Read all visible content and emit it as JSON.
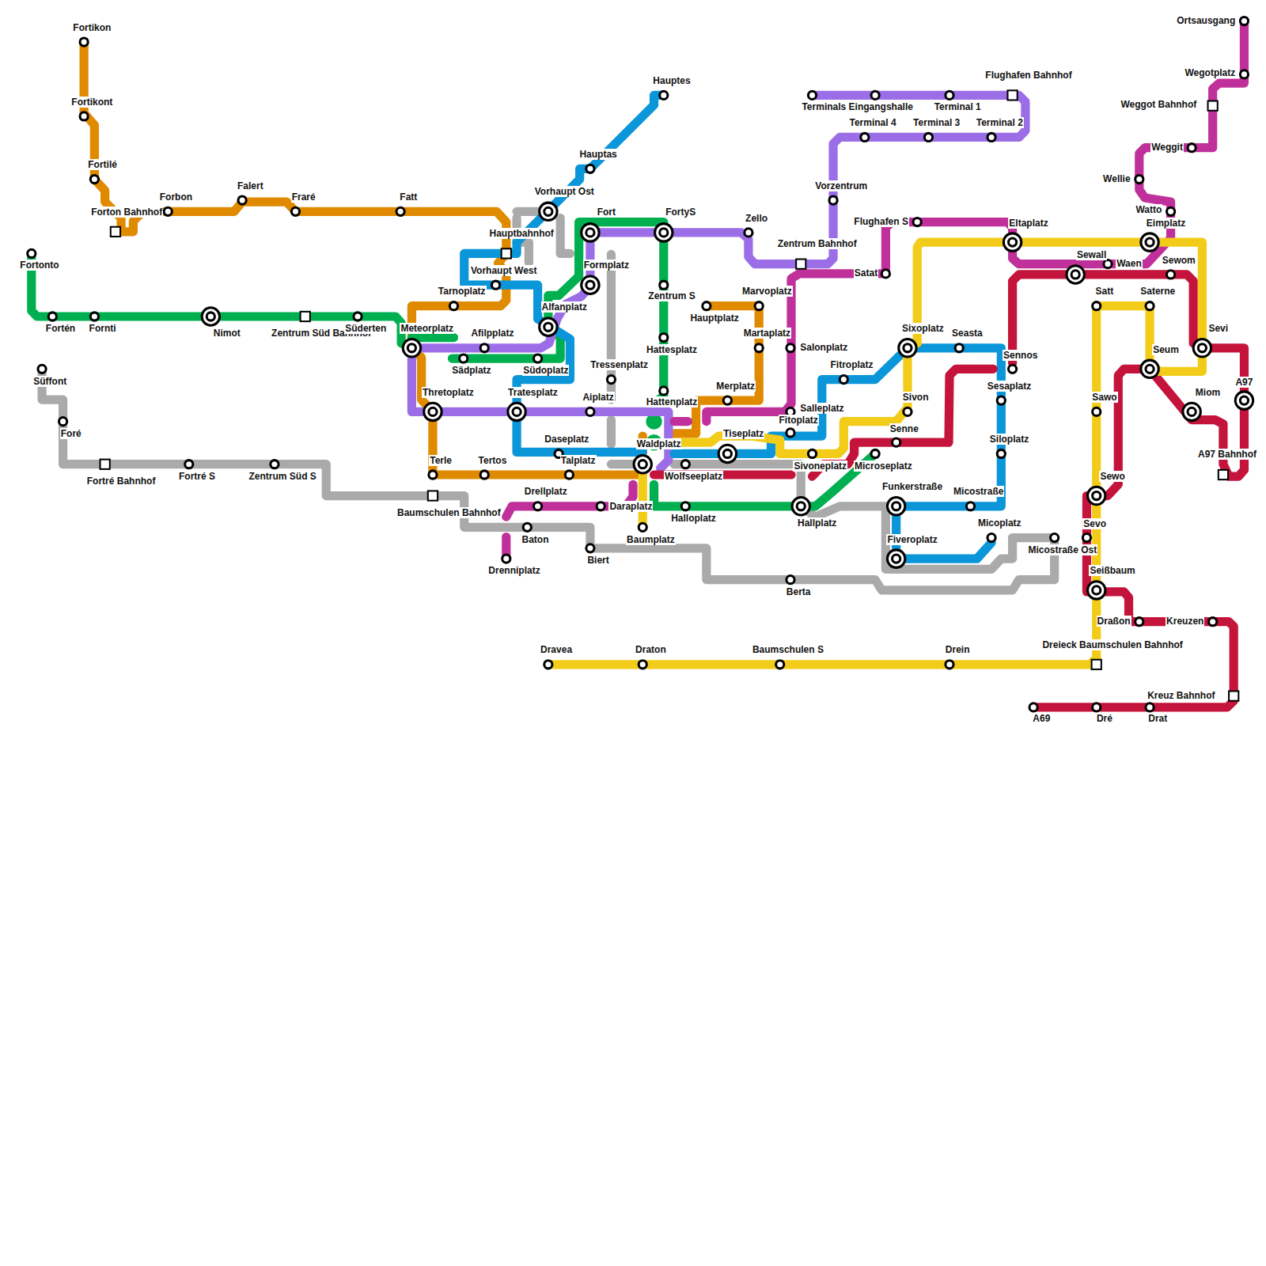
{
  "diagram": {
    "labels": [
      "Fortikon",
      "Fortikont",
      "Fortilé",
      "Forton Bahnhof",
      "Forbon",
      "Falert",
      "Fraré",
      "Fatt",
      "Hauptbahnhof",
      "Vorhaupt Ost",
      "Hauptas",
      "Hauptes",
      "Vorhaupt West",
      "Tarnoplatz",
      "Fortonto",
      "Fortén",
      "Fornti",
      "Nimot",
      "Zentrum Süd Bahnhof",
      "Süderten",
      "Meteorplatz",
      "Afilpplatz",
      "Sädplatz",
      "Südoplatz",
      "Alfanplatz",
      "Formplatz",
      "Fort",
      "FortyS",
      "Zello",
      "Zentrum S",
      "Hattesplatz",
      "Hauptplatz",
      "Marvoplatz",
      "Martaplatz",
      "Tressenplatz",
      "Hattenplatz",
      "Merplatz",
      "Thretoplatz",
      "Tratesplatz",
      "Aiplatz",
      "Daseplatz",
      "Waldplatz",
      "Tiseplatz",
      "Fitoplatz",
      "Salleplatz",
      "Salonplatz",
      "Terle",
      "Tertos",
      "Talplatz",
      "Wolfseeplatz",
      "Sivoneplatz",
      "Microseplatz",
      "Senne",
      "Sivon",
      "Drellplatz",
      "Daraplatz",
      "Baumplatz",
      "Halloplatz",
      "Hallplatz",
      "Drenniplatz",
      "Süffont",
      "Foré",
      "Fortré Bahnhof",
      "Fortré S",
      "Zentrum Süd S",
      "Baumschulen Bahnhof",
      "Baton",
      "Biert",
      "Berta",
      "Terminals Eingangshalle",
      "Terminal 1",
      "Flughafen Bahnhof",
      "Terminal 4",
      "Terminal 3",
      "Terminal 2",
      "Vorzentrum",
      "Zentrum Bahnhof",
      "Flughafen S",
      "Satat",
      "Eltaplatz",
      "Fitroplatz",
      "Sixoplatz",
      "Seasta",
      "Sennos",
      "Sesaplatz",
      "Siloplatz",
      "Funkerstraße",
      "Micostraße",
      "Fiveroplatz",
      "Micoplatz",
      "Micostraße Ost",
      "Ortsausgang",
      "Wegotplatz",
      "Weggot Bahnhof",
      "Weggit",
      "Wellie",
      "Watto",
      "Eimplatz",
      "Sewall",
      "Waen",
      "Sewom",
      "Satt",
      "Saterne",
      "Sevi",
      "Seum",
      "A97",
      "Miom",
      "Sawo",
      "A97 Bahnhof",
      "Sewo",
      "Sevo",
      "Seißbaum",
      "Draßon",
      "Kreuzen",
      "Dreieck Baumschulen Bahnhof",
      "Kreuz Bahnhof",
      "A69",
      "Dré",
      "Drat",
      "Dravea",
      "Draton",
      "Baumschulen S",
      "Drein"
    ]
  }
}
